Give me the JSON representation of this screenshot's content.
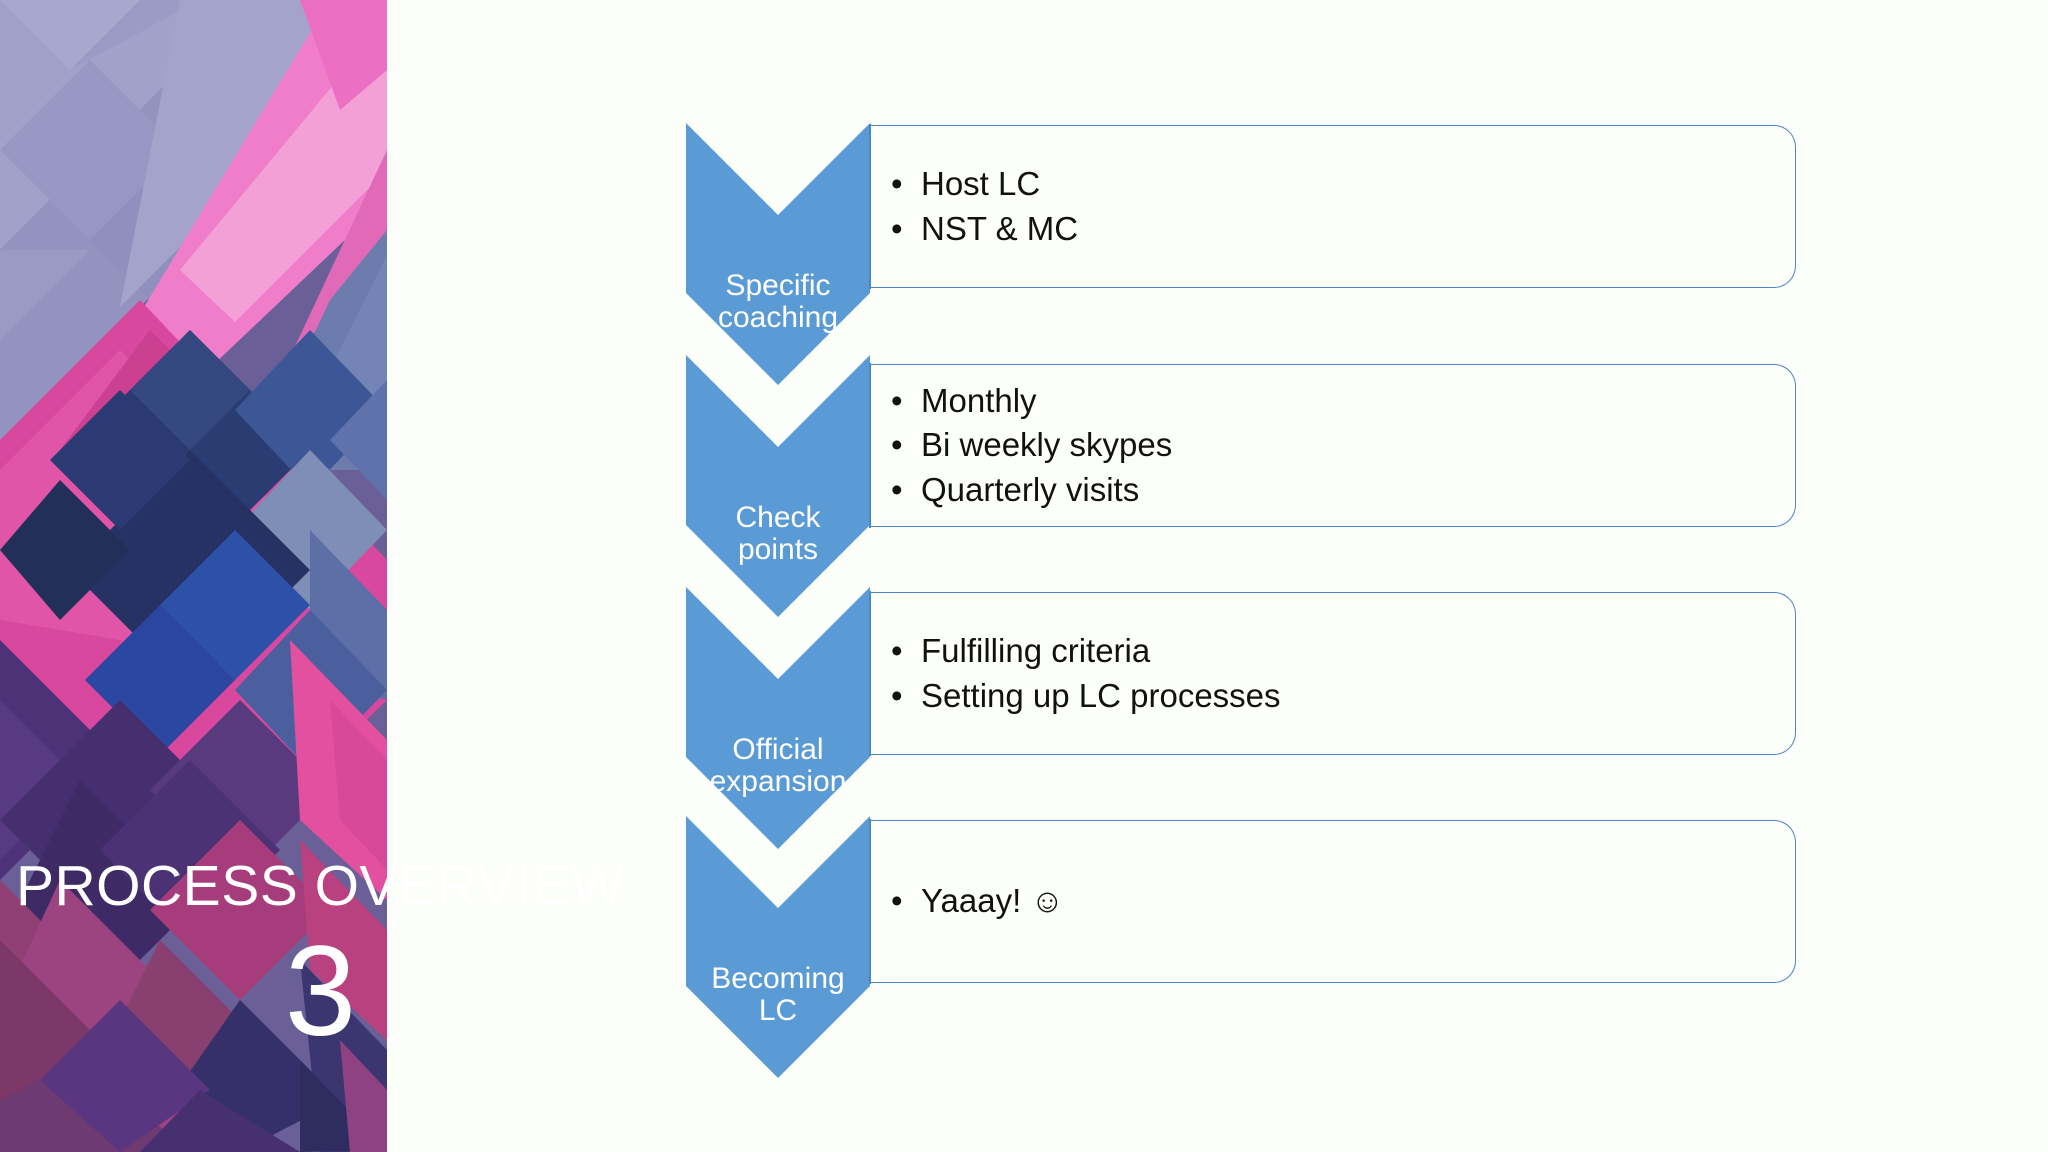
{
  "slide": {
    "title": "PROCESS OVERVIEW",
    "number": "3",
    "background_color": "#FCFEFA",
    "accent_color": "#5B9BD5",
    "box_border_color": "#4E85C5"
  },
  "image_panel": {
    "name": "low-poly-geometric-pattern",
    "palette": [
      "#9a9ac4",
      "#8d8cbd",
      "#ef79c8",
      "#f09ad2",
      "#2f3f7e",
      "#3b5ea8",
      "#2a4a86",
      "#7d8fb7",
      "#6f7fae",
      "#5d3a78",
      "#46306b",
      "#3a2a5c",
      "#d2489b",
      "#e05ba8",
      "#b03a7e",
      "#7a3a74",
      "#8f4b8c",
      "#2c3566",
      "#53306e",
      "#6d3f84"
    ]
  },
  "process": {
    "steps": [
      {
        "label": "Specific coaching",
        "label_lines": [
          "Specific",
          "coaching"
        ],
        "bullets": [
          "Host LC",
          "NST & MC"
        ],
        "bullet_marker": "•"
      },
      {
        "label": "Check points",
        "label_lines": [
          "Check",
          "points"
        ],
        "bullets": [
          "Monthly",
          "Bi weekly skypes",
          "Quarterly visits"
        ],
        "bullet_marker": "•"
      },
      {
        "label": "Official expansion",
        "label_lines": [
          "Official",
          "expansion"
        ],
        "bullets": [
          "Fulfilling criteria",
          "Setting up LC processes"
        ],
        "bullet_marker": "•"
      },
      {
        "label": "Becoming LC",
        "label_lines": [
          "Becoming",
          "LC"
        ],
        "bullets": [
          "Yaaay! ☺"
        ],
        "bullet_marker": "•"
      }
    ]
  }
}
